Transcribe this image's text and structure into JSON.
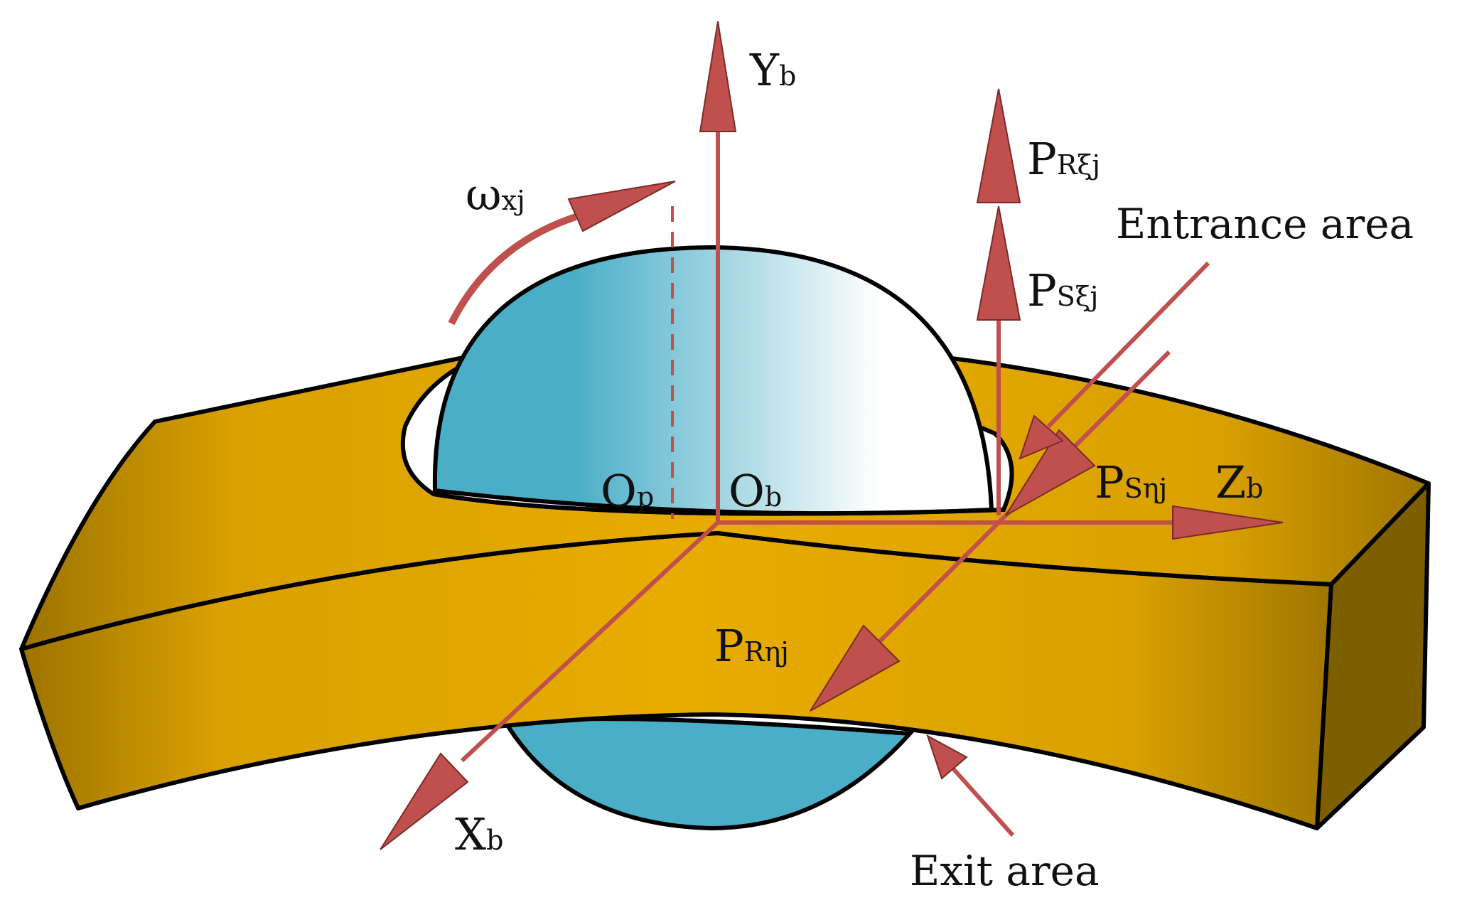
{
  "colors": {
    "ring_light": "#e8ac00",
    "ring_dark": "#9c7300",
    "ring_side": "#7d5f00",
    "ball_blue": "#4aaec7",
    "ball_highlight": "#ffffff",
    "arrow": "#c0504d",
    "outline": "#000000"
  },
  "labels": {
    "yb": {
      "main": "Y",
      "sub": "b"
    },
    "zb": {
      "main": "Z",
      "sub": "b"
    },
    "xb": {
      "main": "X",
      "sub": "b"
    },
    "op": {
      "main": "O",
      "sub": "p"
    },
    "ob": {
      "main": "O",
      "sub": "b"
    },
    "omega": {
      "main": "ω",
      "sub": "xj"
    },
    "pr_xi": {
      "main": "P",
      "sub": "Rξj"
    },
    "ps_xi": {
      "main": "P",
      "sub": "Sξj"
    },
    "ps_eta": {
      "main": "P",
      "sub": "Sηj"
    },
    "pr_eta": {
      "main": "P",
      "sub": "Rηj"
    },
    "entrance": "Entrance area",
    "exit": "Exit area"
  }
}
